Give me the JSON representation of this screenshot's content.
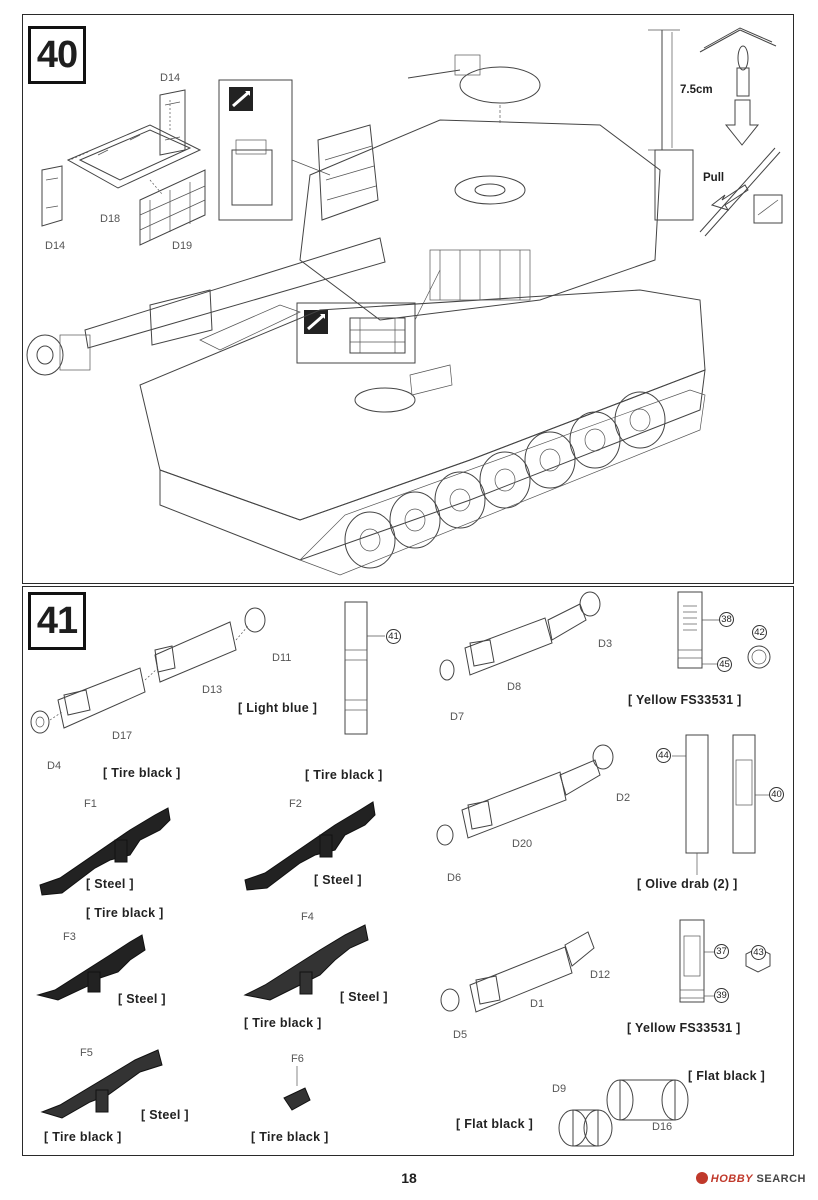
{
  "page": {
    "number": "18",
    "watermark_brand": "HOBBY",
    "watermark_rest": "SEARCH"
  },
  "step40": {
    "number": "40",
    "parts": {
      "d14_top": "D14",
      "d14_left": "D14",
      "d18": "D18",
      "d19": "D19"
    },
    "dimension": "7.5cm",
    "pull": "Pull"
  },
  "step41": {
    "number": "41",
    "parts": {
      "d11": "D11",
      "d13": "D13",
      "d17": "D17",
      "d4": "D4",
      "d3": "D3",
      "d8": "D8",
      "d7": "D7",
      "d2": "D2",
      "d20": "D20",
      "d6": "D6",
      "d12": "D12",
      "d1": "D1",
      "d5": "D5",
      "d9": "D9",
      "d16": "D16",
      "f1": "F1",
      "f2": "F2",
      "f3": "F3",
      "f4": "F4",
      "f5": "F5",
      "f6": "F6"
    },
    "decals": {
      "n41": "41",
      "n38": "38",
      "n42": "42",
      "n45": "45",
      "n44": "44",
      "n40": "40",
      "n37": "37",
      "n43": "43",
      "n39": "39"
    },
    "paints": {
      "light_blue": "[ Light blue ]",
      "yellow_1": "[ Yellow FS33531 ]",
      "yellow_2": "[ Yellow FS33531 ]",
      "olive": "[ Olive drab (2) ]",
      "tire_f1": "[ Tire black ]",
      "steel_f1": "[ Steel ]",
      "tire_f2": "[ Tire black ]",
      "steel_f2": "[ Steel ]",
      "tire_f3": "[ Tire black ]",
      "steel_f3": "[ Steel ]",
      "steel_f4": "[ Steel ]",
      "tire_f4": "[ Tire black ]",
      "steel_f5": "[ Steel ]",
      "tire_f5": "[ Tire black ]",
      "tire_f6": "[ Tire black ]",
      "flat_black_1": "[ Flat black ]",
      "flat_black_2": "[ Flat black ]"
    }
  }
}
